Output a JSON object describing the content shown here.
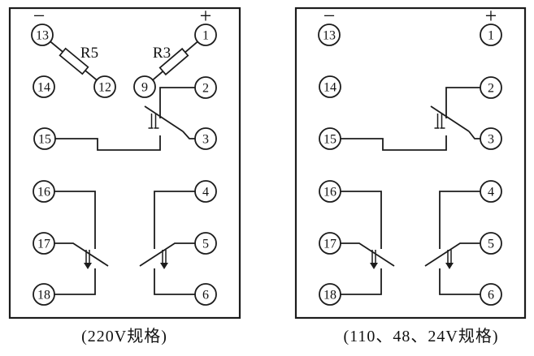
{
  "figure": {
    "background": "#ffffff",
    "line_color": "#1c1c1c"
  },
  "diagrams": [
    {
      "name": "220V wiring panel",
      "caption": "(220V规格)",
      "polarity": {
        "minus": "−",
        "plus": "+"
      },
      "resistors": [
        {
          "label": "R5"
        },
        {
          "label": "R3"
        }
      ],
      "terminals": [
        {
          "label": "13"
        },
        {
          "label": "14"
        },
        {
          "label": "15"
        },
        {
          "label": "16"
        },
        {
          "label": "17"
        },
        {
          "label": "18"
        },
        {
          "label": "12"
        },
        {
          "label": "9"
        },
        {
          "label": "1"
        },
        {
          "label": "2"
        },
        {
          "label": "3"
        },
        {
          "label": "4"
        },
        {
          "label": "5"
        },
        {
          "label": "6"
        }
      ]
    },
    {
      "name": "110/48/24V wiring panel",
      "caption": "(110、48、24V规格)",
      "polarity": {
        "minus": "−",
        "plus": "+"
      },
      "terminals": [
        {
          "label": "13"
        },
        {
          "label": "14"
        },
        {
          "label": "15"
        },
        {
          "label": "16"
        },
        {
          "label": "17"
        },
        {
          "label": "18"
        },
        {
          "label": "1"
        },
        {
          "label": "2"
        },
        {
          "label": "3"
        },
        {
          "label": "4"
        },
        {
          "label": "5"
        },
        {
          "label": "6"
        }
      ]
    }
  ]
}
